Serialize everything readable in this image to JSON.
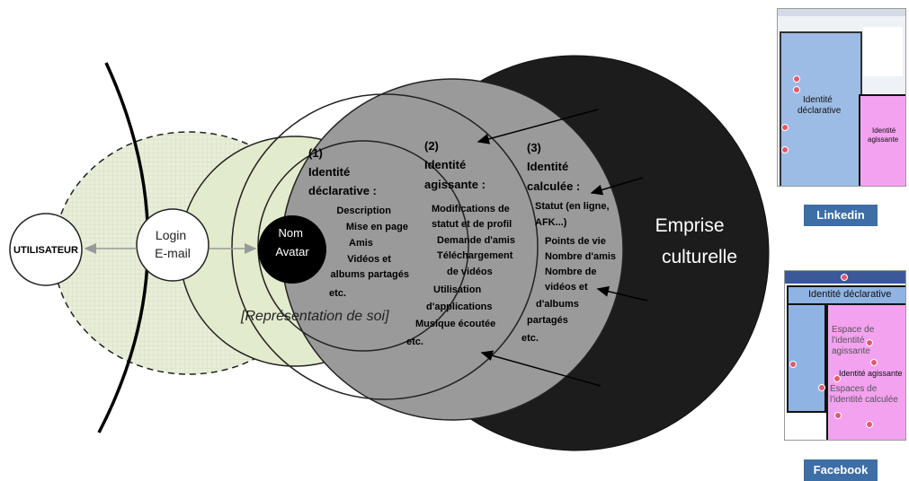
{
  "user": "UTILISATEUR",
  "login": [
    "Login",
    "E-mail"
  ],
  "nom_avatar": [
    "Nom",
    "Avatar"
  ],
  "representation": "[Représentation de soi]",
  "declarative": {
    "title": [
      "(1)",
      "Identité",
      "déclarative :"
    ],
    "items": [
      "Description",
      "Mise en page",
      "Amis",
      "Vidéos et",
      "albums partagés",
      "etc."
    ]
  },
  "agissante": {
    "title": [
      "(2)",
      "Identité",
      "agissante :"
    ],
    "items": [
      "Modifications de",
      "statut et de profil",
      "Demande d'amis",
      "Téléchargement",
      "de vidéos",
      "Utilisation",
      "d'applications",
      "Musique écoutée",
      "etc."
    ]
  },
  "calculee": {
    "title": [
      "(3)",
      "Identité",
      "calculée :"
    ],
    "items": [
      "Statut (en ligne,",
      "AFK...)",
      "Points de vie",
      "Nombre d'amis",
      "Nombre de",
      "vidéos et",
      "d'albums",
      "partagés",
      "etc."
    ]
  },
  "emprise": [
    "Emprise",
    "culturelle"
  ],
  "linkedin": {
    "tag": "Linkedin",
    "declarative": [
      "Identité",
      "déclarative"
    ],
    "agissante": [
      "Identité",
      "agissante"
    ]
  },
  "facebook": {
    "tag": "Facebook",
    "declarative": "Identité déclarative",
    "espace_agissante": [
      "Espace de l'identité",
      "agissante"
    ],
    "agissante": "Identité agissante",
    "espace_calculee": [
      "Espaces de",
      "l'identité calculée"
    ]
  },
  "colors": {
    "black_ellipse": "#1c1c1c",
    "grey_circle": "#9a9a9a",
    "green_circle": "#e3ebcd",
    "blue_overlay": "#8fb3e3",
    "pink_overlay": "#f2a2ef",
    "tag_blue": "#3d6ea5"
  }
}
